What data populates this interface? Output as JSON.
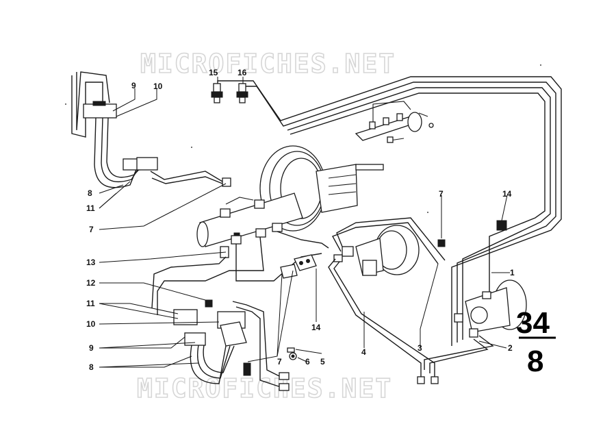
{
  "watermark": {
    "top": "MICROFICHES.NET",
    "bottom": "MICROFICHES.NET"
  },
  "group_number": {
    "top": "34",
    "bottom": "8"
  },
  "callouts": {
    "c15": "15",
    "c16": "16",
    "c9a": "9",
    "c10a": "10",
    "c8a": "8",
    "c11a": "11",
    "c7a": "7",
    "c13": "13",
    "c12": "12",
    "c11b": "11",
    "c10b": "10",
    "c9b": "9",
    "c8b": "8",
    "c14a": "14",
    "c7b": "7",
    "c6": "6",
    "c5": "5",
    "c4": "4",
    "c3": "3",
    "c7c": "7",
    "c14b": "14",
    "c1": "1",
    "c2": "2"
  }
}
